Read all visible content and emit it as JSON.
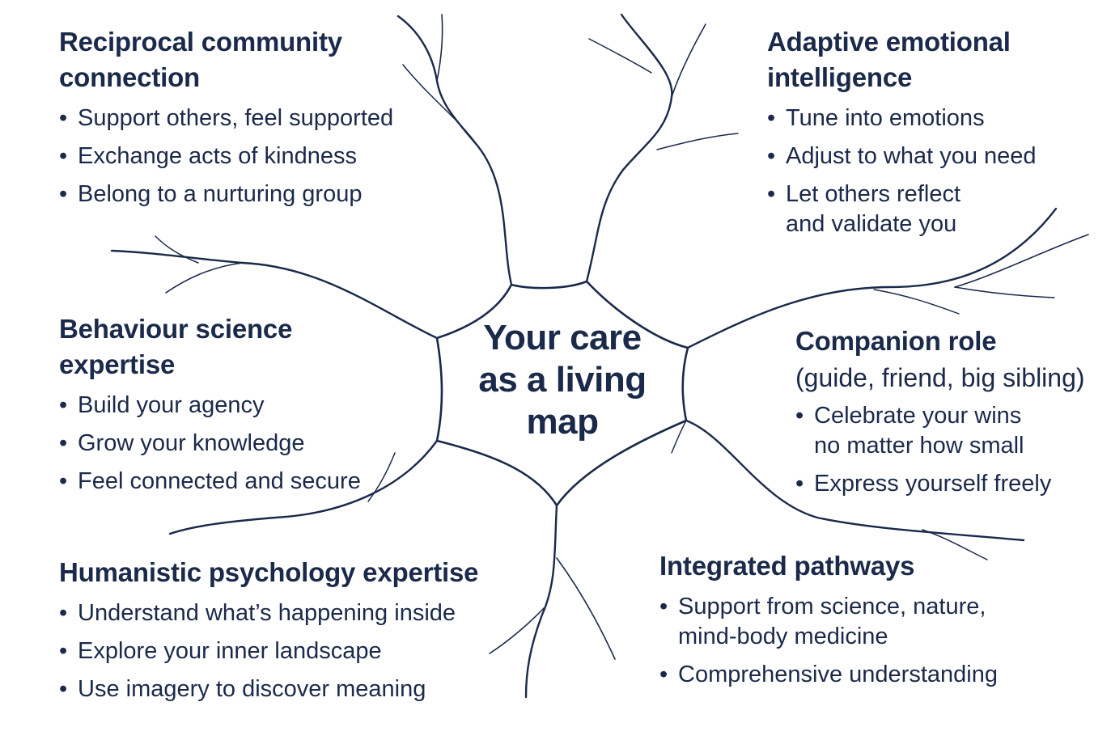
{
  "center": {
    "lines": [
      "Your care",
      "as a living",
      "map"
    ]
  },
  "sections": {
    "reciprocal": {
      "title": [
        "Reciprocal community",
        "connection"
      ],
      "items": [
        "Support others, feel supported",
        "Exchange acts of kindness",
        "Belong to a nurturing group"
      ]
    },
    "adaptive": {
      "title": [
        "Adaptive emotional",
        "intelligence"
      ],
      "items": [
        "Tune into emotions",
        "Adjust to what you need"
      ],
      "item_multiline": [
        "Let others reflect",
        "and validate you"
      ]
    },
    "behaviour": {
      "title": [
        "Behaviour science",
        "expertise"
      ],
      "items": [
        "Build your agency",
        "Grow your knowledge",
        "Feel connected and secure"
      ]
    },
    "companion": {
      "title": "Companion role",
      "subtitle": "(guide, friend, big sibling)",
      "item_multiline": [
        "Celebrate your wins",
        "no matter how small"
      ],
      "items": [
        "Express yourself freely"
      ]
    },
    "humanistic": {
      "title": "Humanistic psychology expertise",
      "items": [
        "Understand what’s happening inside",
        "Explore your inner landscape",
        "Use imagery to discover meaning"
      ]
    },
    "integrated": {
      "title": "Integrated pathways",
      "item_multiline": [
        "Support from science, nature,",
        "mind-body medicine"
      ],
      "items": [
        "Comprehensive understanding"
      ]
    }
  },
  "colors": {
    "ink": "#1b2a4a",
    "background": "#ffffff"
  }
}
